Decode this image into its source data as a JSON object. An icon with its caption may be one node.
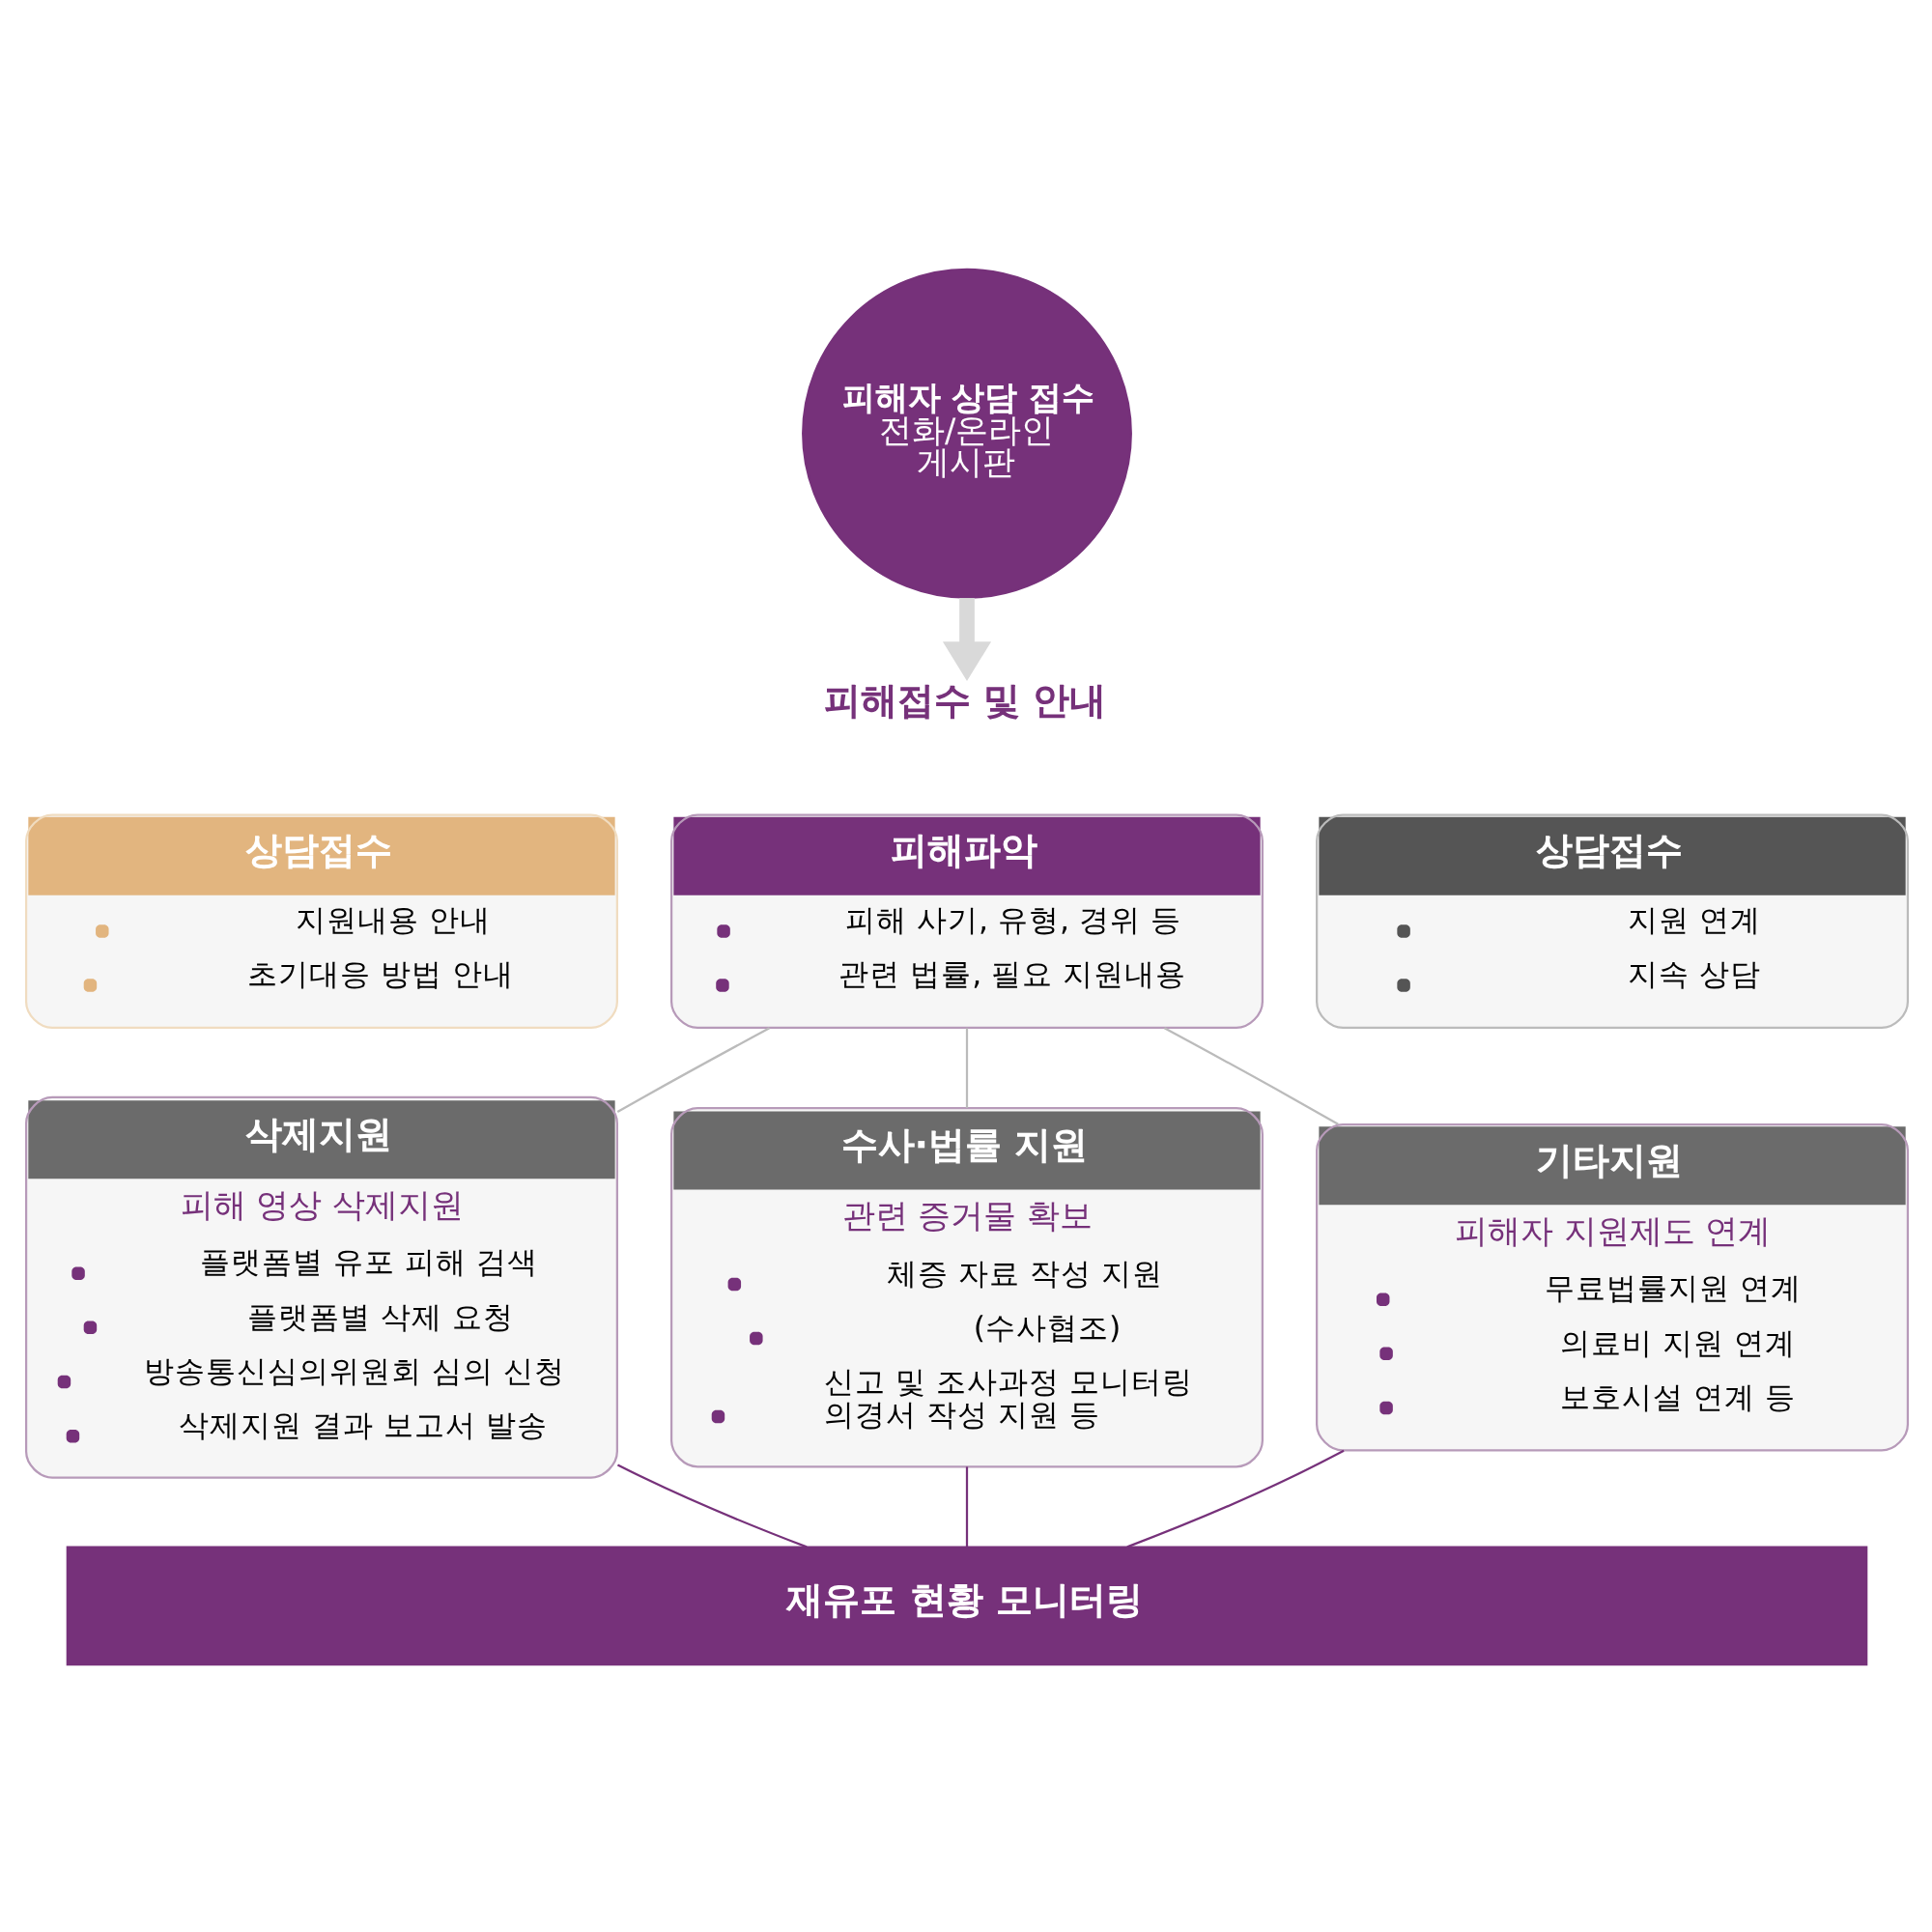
{
  "diagram": {
    "nodes": [
      {
        "text": [
          "피해자 상담 접수",
          "전화/온라인 게시판"
        ]
      },
      {
        "text": [
          "피해접수 및 안내"
        ]
      },
      {
        "text": [
          "상담접수",
          "지원내용 안내",
          "초기대응 방법 안내"
        ]
      },
      {
        "text": [
          "피해파악",
          "피해 사기, 유형, 경위 등",
          "관련 법률, 필요 지원내용"
        ]
      },
      {
        "text": [
          "상담접수",
          "지원 연계",
          "지속 상담"
        ]
      },
      {
        "text": [
          "삭제지원",
          "피해 영상 삭제지원",
          "플랫폼별 유포 피해 검색",
          "플랫폼별 삭제 요청",
          "방송통신심의위원회 심의 신청",
          "삭제지원 결과 보고서 발송"
        ]
      },
      {
        "text": [
          "수사·법률 지원",
          "관련 증거물 확보",
          "체증 자료 작성 지원",
          "(수사협조)",
          "신고 및 조사과정 모니터링 의경서 작성 지원 등"
        ]
      },
      {
        "text": [
          "기타지원",
          "피해자 지원제도 연계",
          "무료법률지원 연계",
          "의료비 지원 연계",
          "보호시설 연계 등"
        ]
      },
      {
        "text": [
          "재유포 현황 모니터링"
        ]
      }
    ],
    "edges": [
      {
        "from": 0,
        "to": 1,
        "arrow": "to",
        "style": "thick",
        "color": "#d9d9d9"
      },
      {
        "from": 3,
        "to": 5,
        "arrow": "none",
        "color": "#bbbbbb"
      },
      {
        "from": 3,
        "to": 6,
        "arrow": "none",
        "color": "#bbbbbb"
      },
      {
        "from": 3,
        "to": 7,
        "arrow": "none",
        "color": "#bbbbbb"
      },
      {
        "from": 5,
        "to": 8,
        "arrow": "none",
        "color": "#76317a"
      },
      {
        "from": 6,
        "to": 8,
        "arrow": "none",
        "color": "#76317a"
      },
      {
        "from": 7,
        "to": 8,
        "arrow": "none",
        "color": "#76317a"
      }
    ]
  }
}
